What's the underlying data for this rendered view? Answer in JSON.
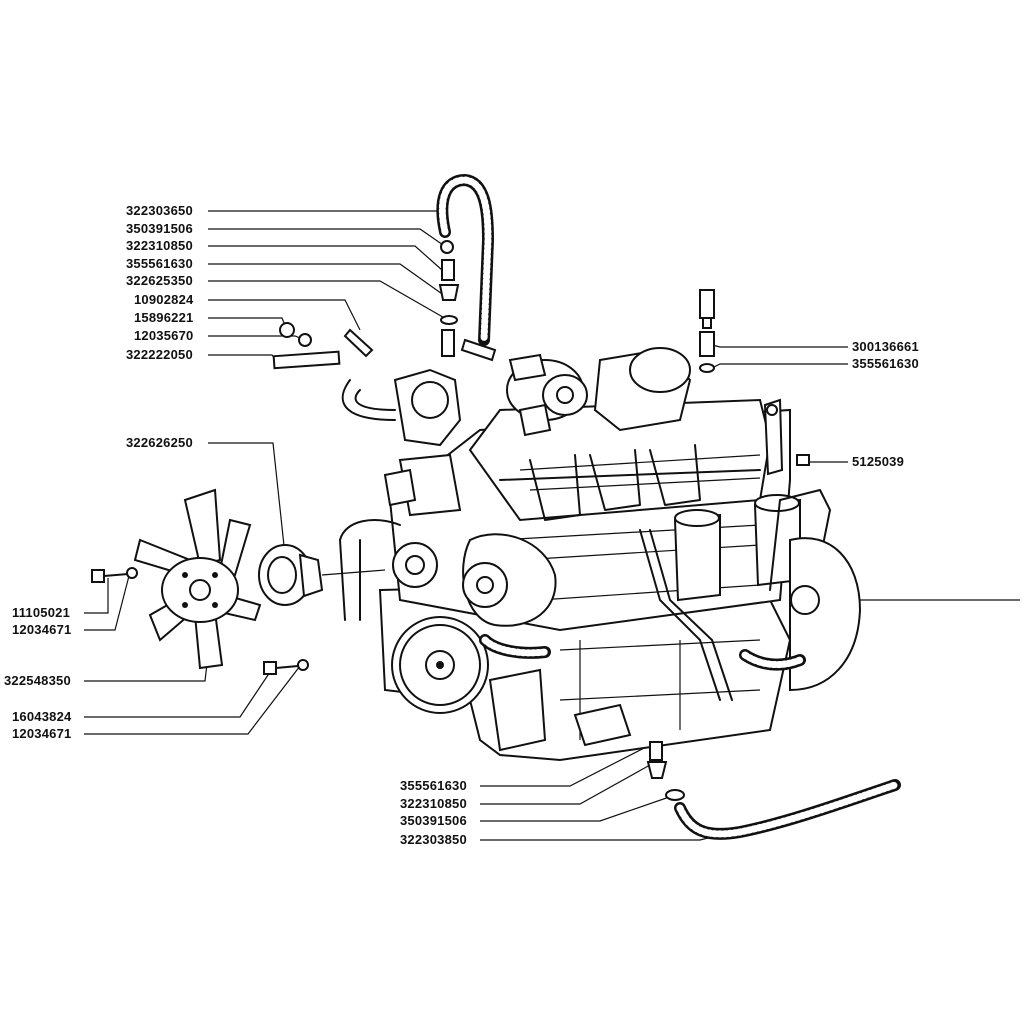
{
  "labels": {
    "l01": "322303650",
    "l02": "350391506",
    "l03": "322310850",
    "l04": "355561630",
    "l05": "322625350",
    "l06": "10902824",
    "l07": "15896221",
    "l08": "12035670",
    "l09": "322222050",
    "l10": "322626250",
    "l11": "11105021",
    "l12": "12034671",
    "l13": "322548350",
    "l14": "16043824",
    "l15": "12034671",
    "l16": "300136661",
    "l17": "355561630",
    "l18": "5125039",
    "l19": "355561630",
    "l20": "322310850",
    "l21": "350391506",
    "l22": "322303850"
  }
}
